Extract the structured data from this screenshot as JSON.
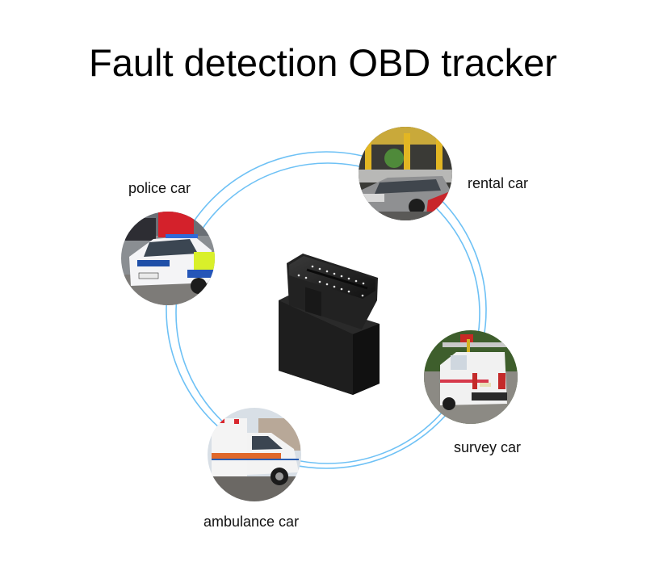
{
  "title": "Fault detection OBD tracker",
  "device": {
    "name": "OBD tracker device",
    "icon": "obd-connector-icon"
  },
  "vehicles": [
    {
      "key": "police",
      "label": "police car",
      "photo": "police-car-photo"
    },
    {
      "key": "rental",
      "label": "rental car",
      "photo": "rental-car-photo"
    },
    {
      "key": "survey",
      "label": "survey car",
      "photo": "survey-car-photo"
    },
    {
      "key": "ambulance",
      "label": "ambulance car",
      "photo": "ambulance-car-photo"
    }
  ],
  "colors": {
    "ring": "#6ec1f5",
    "text": "#111111",
    "device": "#1a1a1a"
  }
}
